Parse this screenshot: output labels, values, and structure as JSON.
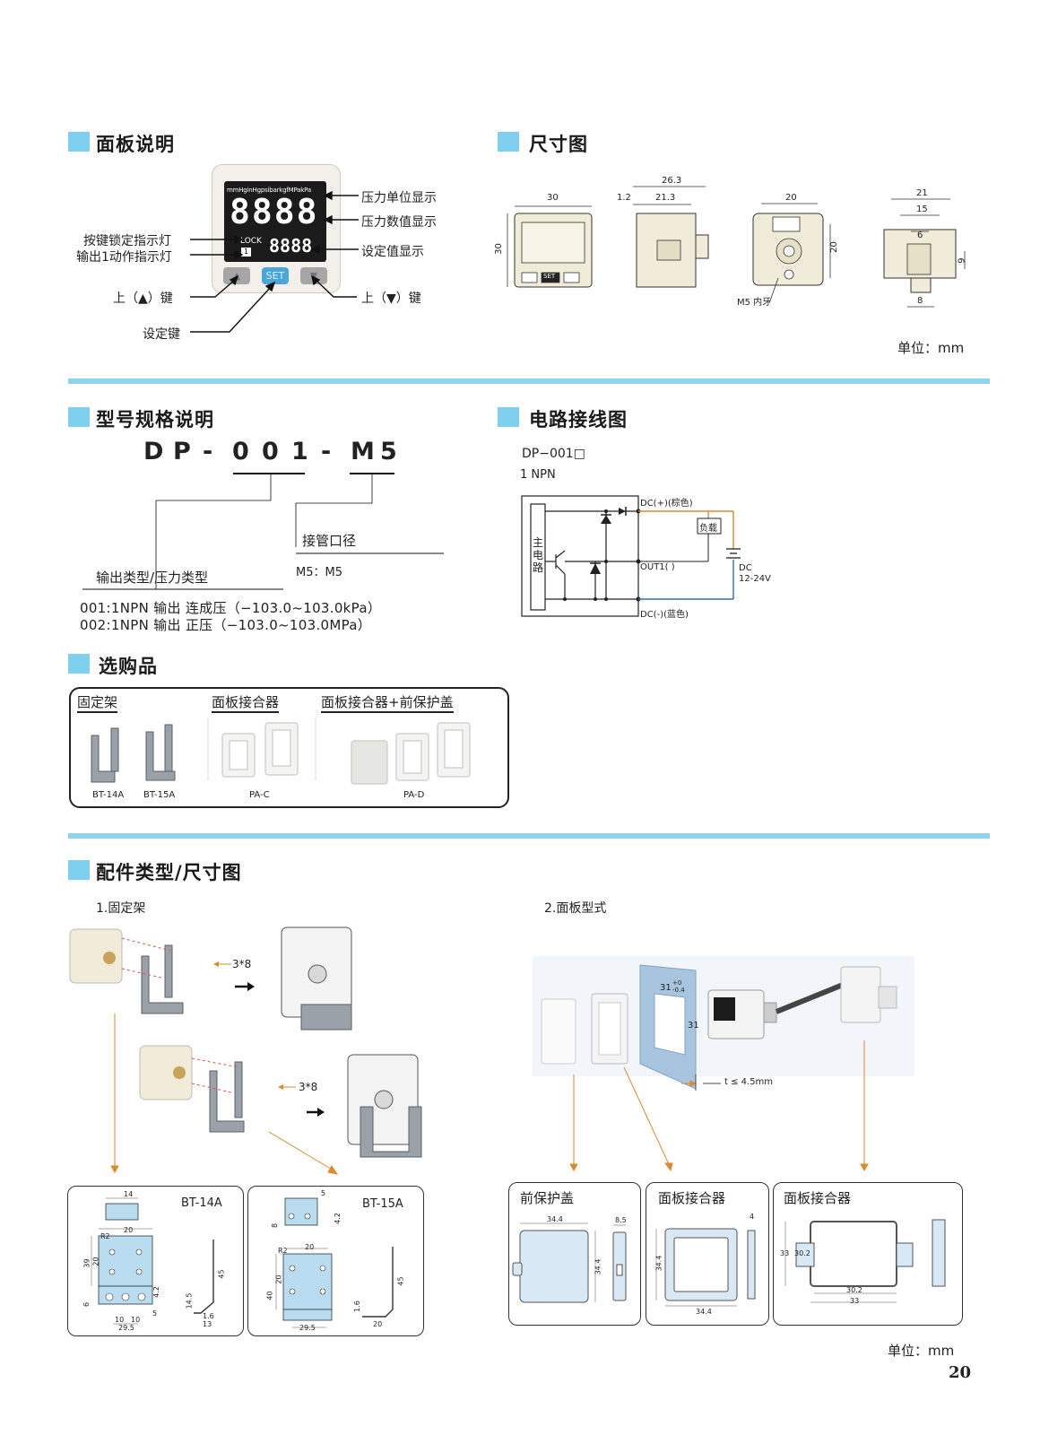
{
  "sections": {
    "panel": "面板说明",
    "dimension": "尺寸图",
    "model": "型号规格说明",
    "circuit": "电路接线图",
    "options": "选购品",
    "accessory": "配件类型/尺寸图"
  },
  "panel": {
    "unit_strip": "mmHginHgpsibarkgfMPakPa",
    "main_digits": "8888",
    "sub_digits": "8888",
    "lock_label": "LOCK",
    "lock_num": "1",
    "set_label": "SET",
    "callouts": {
      "unit_display": "压力单位显示",
      "value_display": "压力数值显示",
      "lock_indicator": "按键锁定指示灯",
      "out1_indicator": "输出1动作指示灯",
      "set_value_display": "设定值显示",
      "up_key": "上（▲）键",
      "down_key": "上（▼）键",
      "set_key": "设定键"
    }
  },
  "dimensions": {
    "d30w": "30",
    "d30h": "30",
    "d26_3": "26.3",
    "d1_2": "1.2",
    "d21_3": "21.3",
    "d20w": "20",
    "d20h": "20",
    "m5": "M5 内牙",
    "d21": "21",
    "d15": "15",
    "d6": "6",
    "d9": "9",
    "d8": "8",
    "set_small": "SET",
    "unit": "单位：mm"
  },
  "model": {
    "code_chars": [
      "D",
      "P",
      "-",
      "0",
      "0",
      "1",
      "-",
      "M",
      "5"
    ],
    "port_label": "接管口径",
    "port_value": "M5：M5",
    "output_label": "输出类型/压力类型",
    "opt1": "001:1NPN 输出 连成压（−103.0~103.0kPa）",
    "opt2": "002:1NPN 输出 正压（−103.0~103.0MPa）"
  },
  "circuit": {
    "model": "DP−001□",
    "npn": "1 NPN",
    "main_circuit": "主电路",
    "dc_plus": "DC(+)(棕色)",
    "load": "负载",
    "out1": "OUT1(      )",
    "dc": "DC",
    "voltage": "12-24V",
    "dc_minus": "DC(-)(蓝色)"
  },
  "options": {
    "headers": [
      "固定架",
      "面板接合器",
      "面板接合器+前保护盖"
    ],
    "parts": [
      "BT-14A",
      "BT-15A",
      "PA-C",
      "PA-D"
    ]
  },
  "accessory": {
    "bracket_title": "1.固定架",
    "panel_title": "2.面板型式",
    "screw1": "3*8",
    "screw2": "3*8",
    "cutout_w": "31",
    "cutout_h": "31",
    "tol_up": "+0",
    "tol_down": "-0.4",
    "thickness": "t ≤ 4.5mm",
    "bt14a": "BT-14A",
    "bt15a": "BT-15A",
    "bt14a_dims": [
      "14",
      "20",
      "39",
      "20",
      "R2",
      "6",
      "4.2",
      "5",
      "10",
      "10",
      "29.5",
      "14.5",
      "45",
      "1.6",
      "13"
    ],
    "bt15a_dims": [
      "5",
      "8",
      "4.2",
      "R2",
      "20",
      "20",
      "40",
      "1.6",
      "45",
      "29.5",
      "20"
    ],
    "front_cover": "前保护盖",
    "panel_adapter1": "面板接合器",
    "panel_adapter2": "面板接合器",
    "cover_dims": [
      "34.4",
      "8.5",
      "34.4"
    ],
    "adapter_dims": [
      "4",
      "34.4",
      "34.4"
    ],
    "adapter2_dims": [
      "33",
      "30.2",
      "30.2",
      "33"
    ],
    "unit": "单位：mm",
    "page": "20"
  },
  "colors": {
    "accent": "#8ed3ef",
    "orange_wire": "#d98b2e",
    "blue_wire": "#2e6fb5",
    "lcd": "#1b1b1b",
    "set_button": "#4aa6d6"
  }
}
